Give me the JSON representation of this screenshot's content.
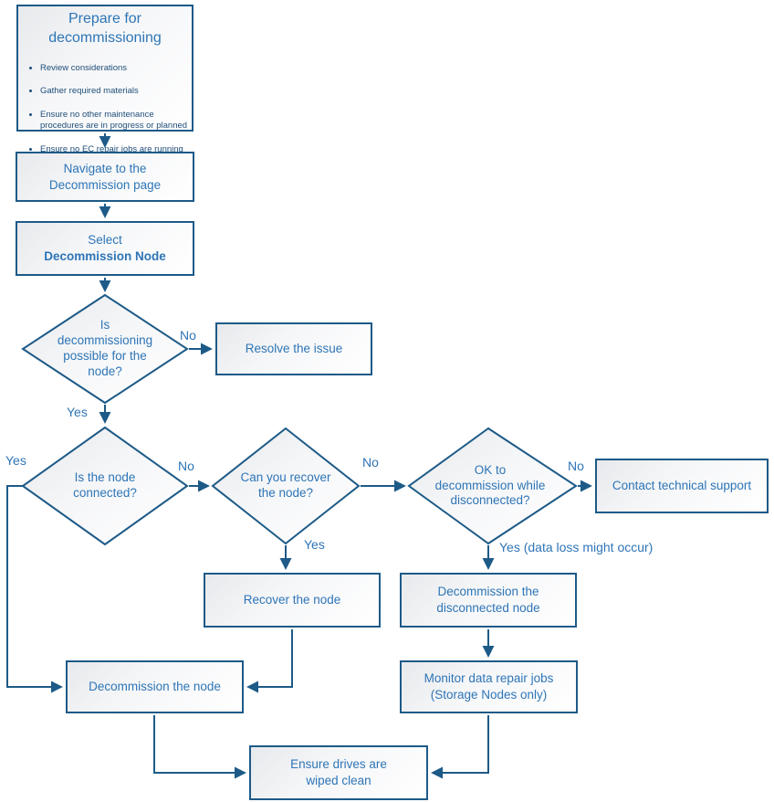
{
  "colors": {
    "line_stroke": "#1D5A87",
    "text_blue": "#2E75B6",
    "bullet_text": "#1F4E79",
    "box_fill_top": "#E7E9EC",
    "box_fill_bottom": "#FFFFFF"
  },
  "flow": {
    "prepare": {
      "title": "Prepare for\ndecommissioning",
      "bullets": [
        "Review considerations",
        "Gather required materials",
        "Ensure no other maintenance procedures are in progress or planned",
        "Ensure no EC repair jobs are running"
      ]
    },
    "navigate": "Navigate to the\nDecommission page",
    "select_prefix": "Select",
    "select_bold": "Decommission Node",
    "decision_possible": "Is\ndecommissioning\npossible for the\nnode?",
    "resolve": "Resolve the issue",
    "decision_connected": "Is the node\nconnected?",
    "decision_recover": "Can you recover\nthe node?",
    "decision_ok_disconnected": "OK to\ndecommission while\ndisconnected?",
    "contact": "Contact technical support",
    "recover": "Recover the node",
    "decommission_disconnected": "Decommission the\ndisconnected node",
    "decommission": "Decommission the node",
    "monitor": "Monitor data repair jobs\n(Storage Nodes only)",
    "ensure": "Ensure drives are\nwiped clean"
  },
  "labels": {
    "d1_no": "No",
    "d1_yes": "Yes",
    "d2_yes": "Yes",
    "d2_no": "No",
    "d3_yes": "Yes",
    "d3_no": "No",
    "d4_no": "No",
    "d4_yes": "Yes (data loss might occur)"
  }
}
